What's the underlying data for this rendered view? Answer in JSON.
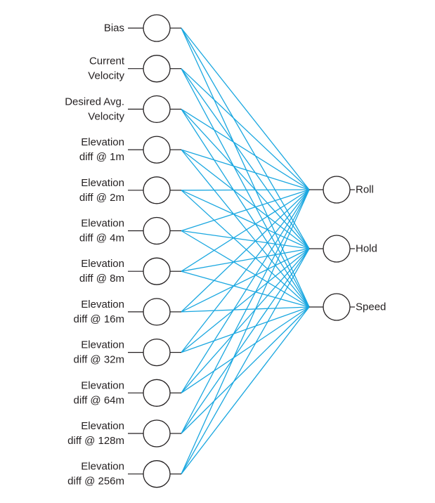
{
  "network": {
    "inputs": [
      {
        "lines": [
          "Bias"
        ]
      },
      {
        "lines": [
          "Current",
          "Velocity"
        ]
      },
      {
        "lines": [
          "Desired Avg.",
          "Velocity"
        ]
      },
      {
        "lines": [
          "Elevation",
          "diff @ 1m"
        ]
      },
      {
        "lines": [
          "Elevation",
          "diff @ 2m"
        ]
      },
      {
        "lines": [
          "Elevation",
          "diff @ 4m"
        ]
      },
      {
        "lines": [
          "Elevation",
          "diff @ 8m"
        ]
      },
      {
        "lines": [
          "Elevation",
          "diff @ 16m"
        ]
      },
      {
        "lines": [
          "Elevation",
          "diff @ 32m"
        ]
      },
      {
        "lines": [
          "Elevation",
          "diff @ 64m"
        ]
      },
      {
        "lines": [
          "Elevation",
          "diff @ 128m"
        ]
      },
      {
        "lines": [
          "Elevation",
          "diff @ 256m"
        ]
      }
    ],
    "outputs": [
      {
        "label": "Roll"
      },
      {
        "label": "Hold"
      },
      {
        "label": "Speed"
      }
    ],
    "colors": {
      "connection": "#1aa7e0",
      "node_stroke": "#231f20",
      "text": "#231f20"
    }
  }
}
